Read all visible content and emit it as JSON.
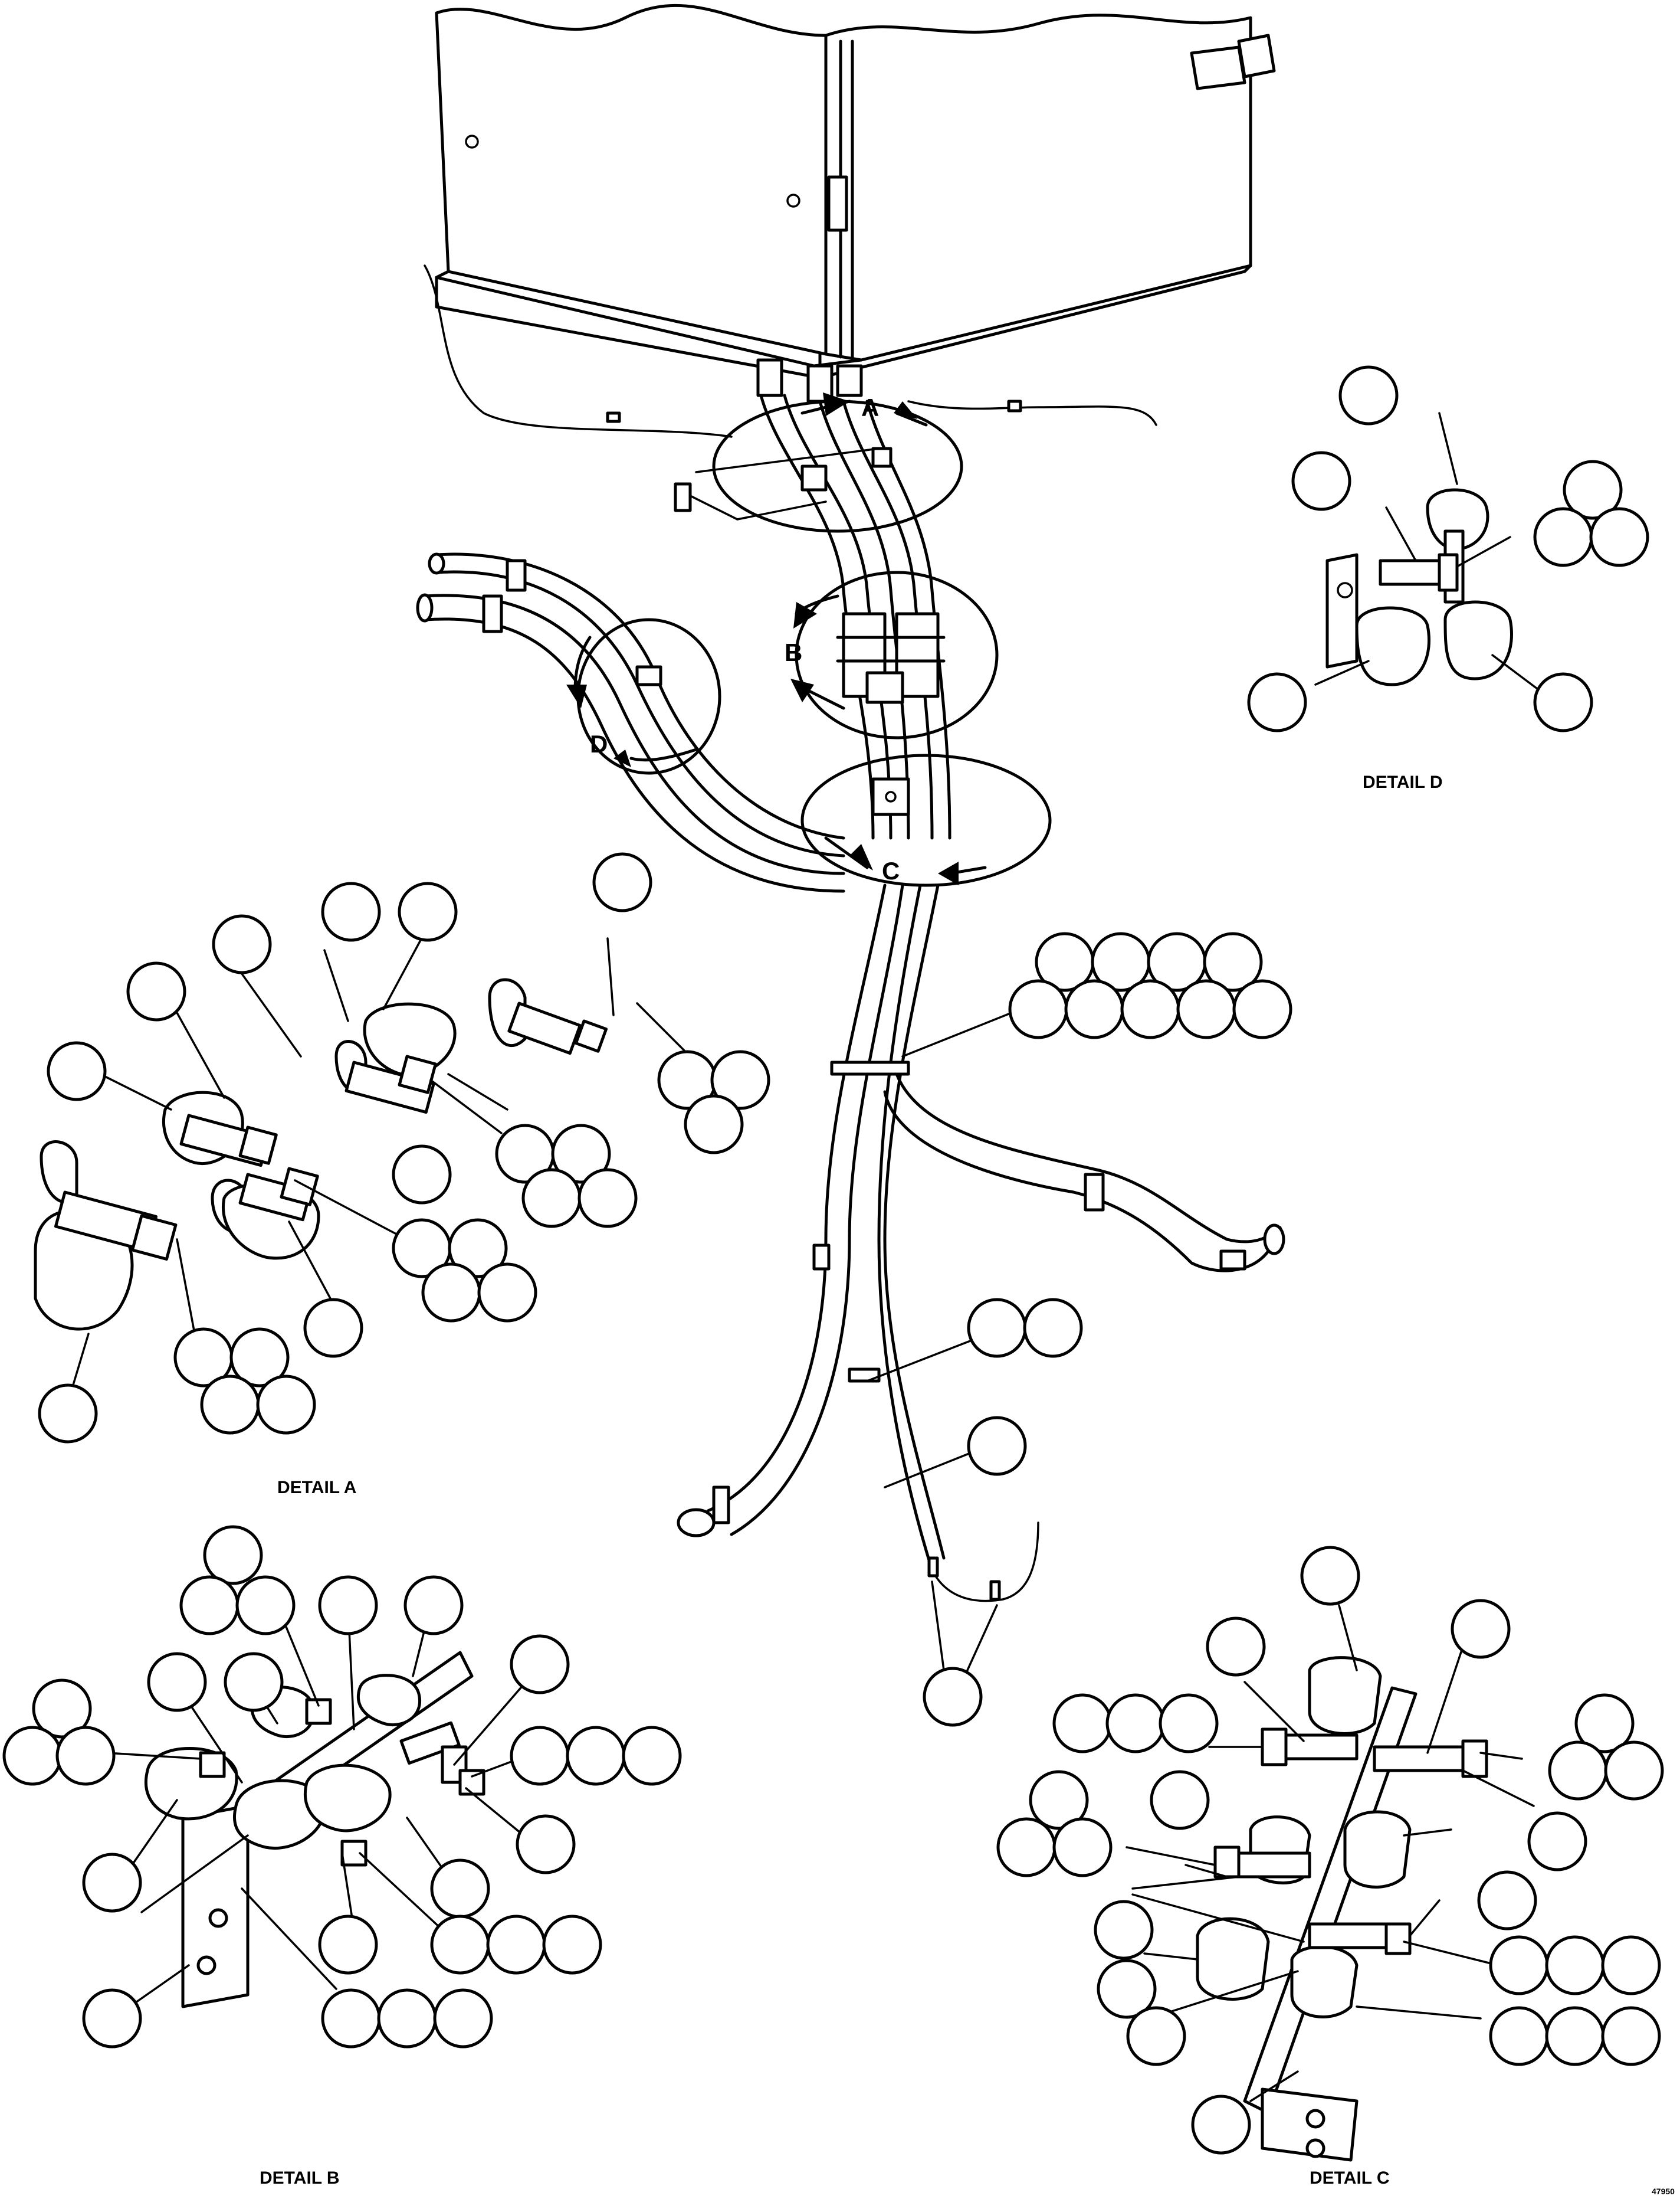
{
  "views": {
    "A": "A",
    "B": "B",
    "C": "C",
    "D": "D"
  },
  "details": {
    "a": "DETAIL A",
    "b": "DETAIL B",
    "c": "DETAIL C",
    "d": "DETAIL D"
  },
  "drawing_number": "47950"
}
